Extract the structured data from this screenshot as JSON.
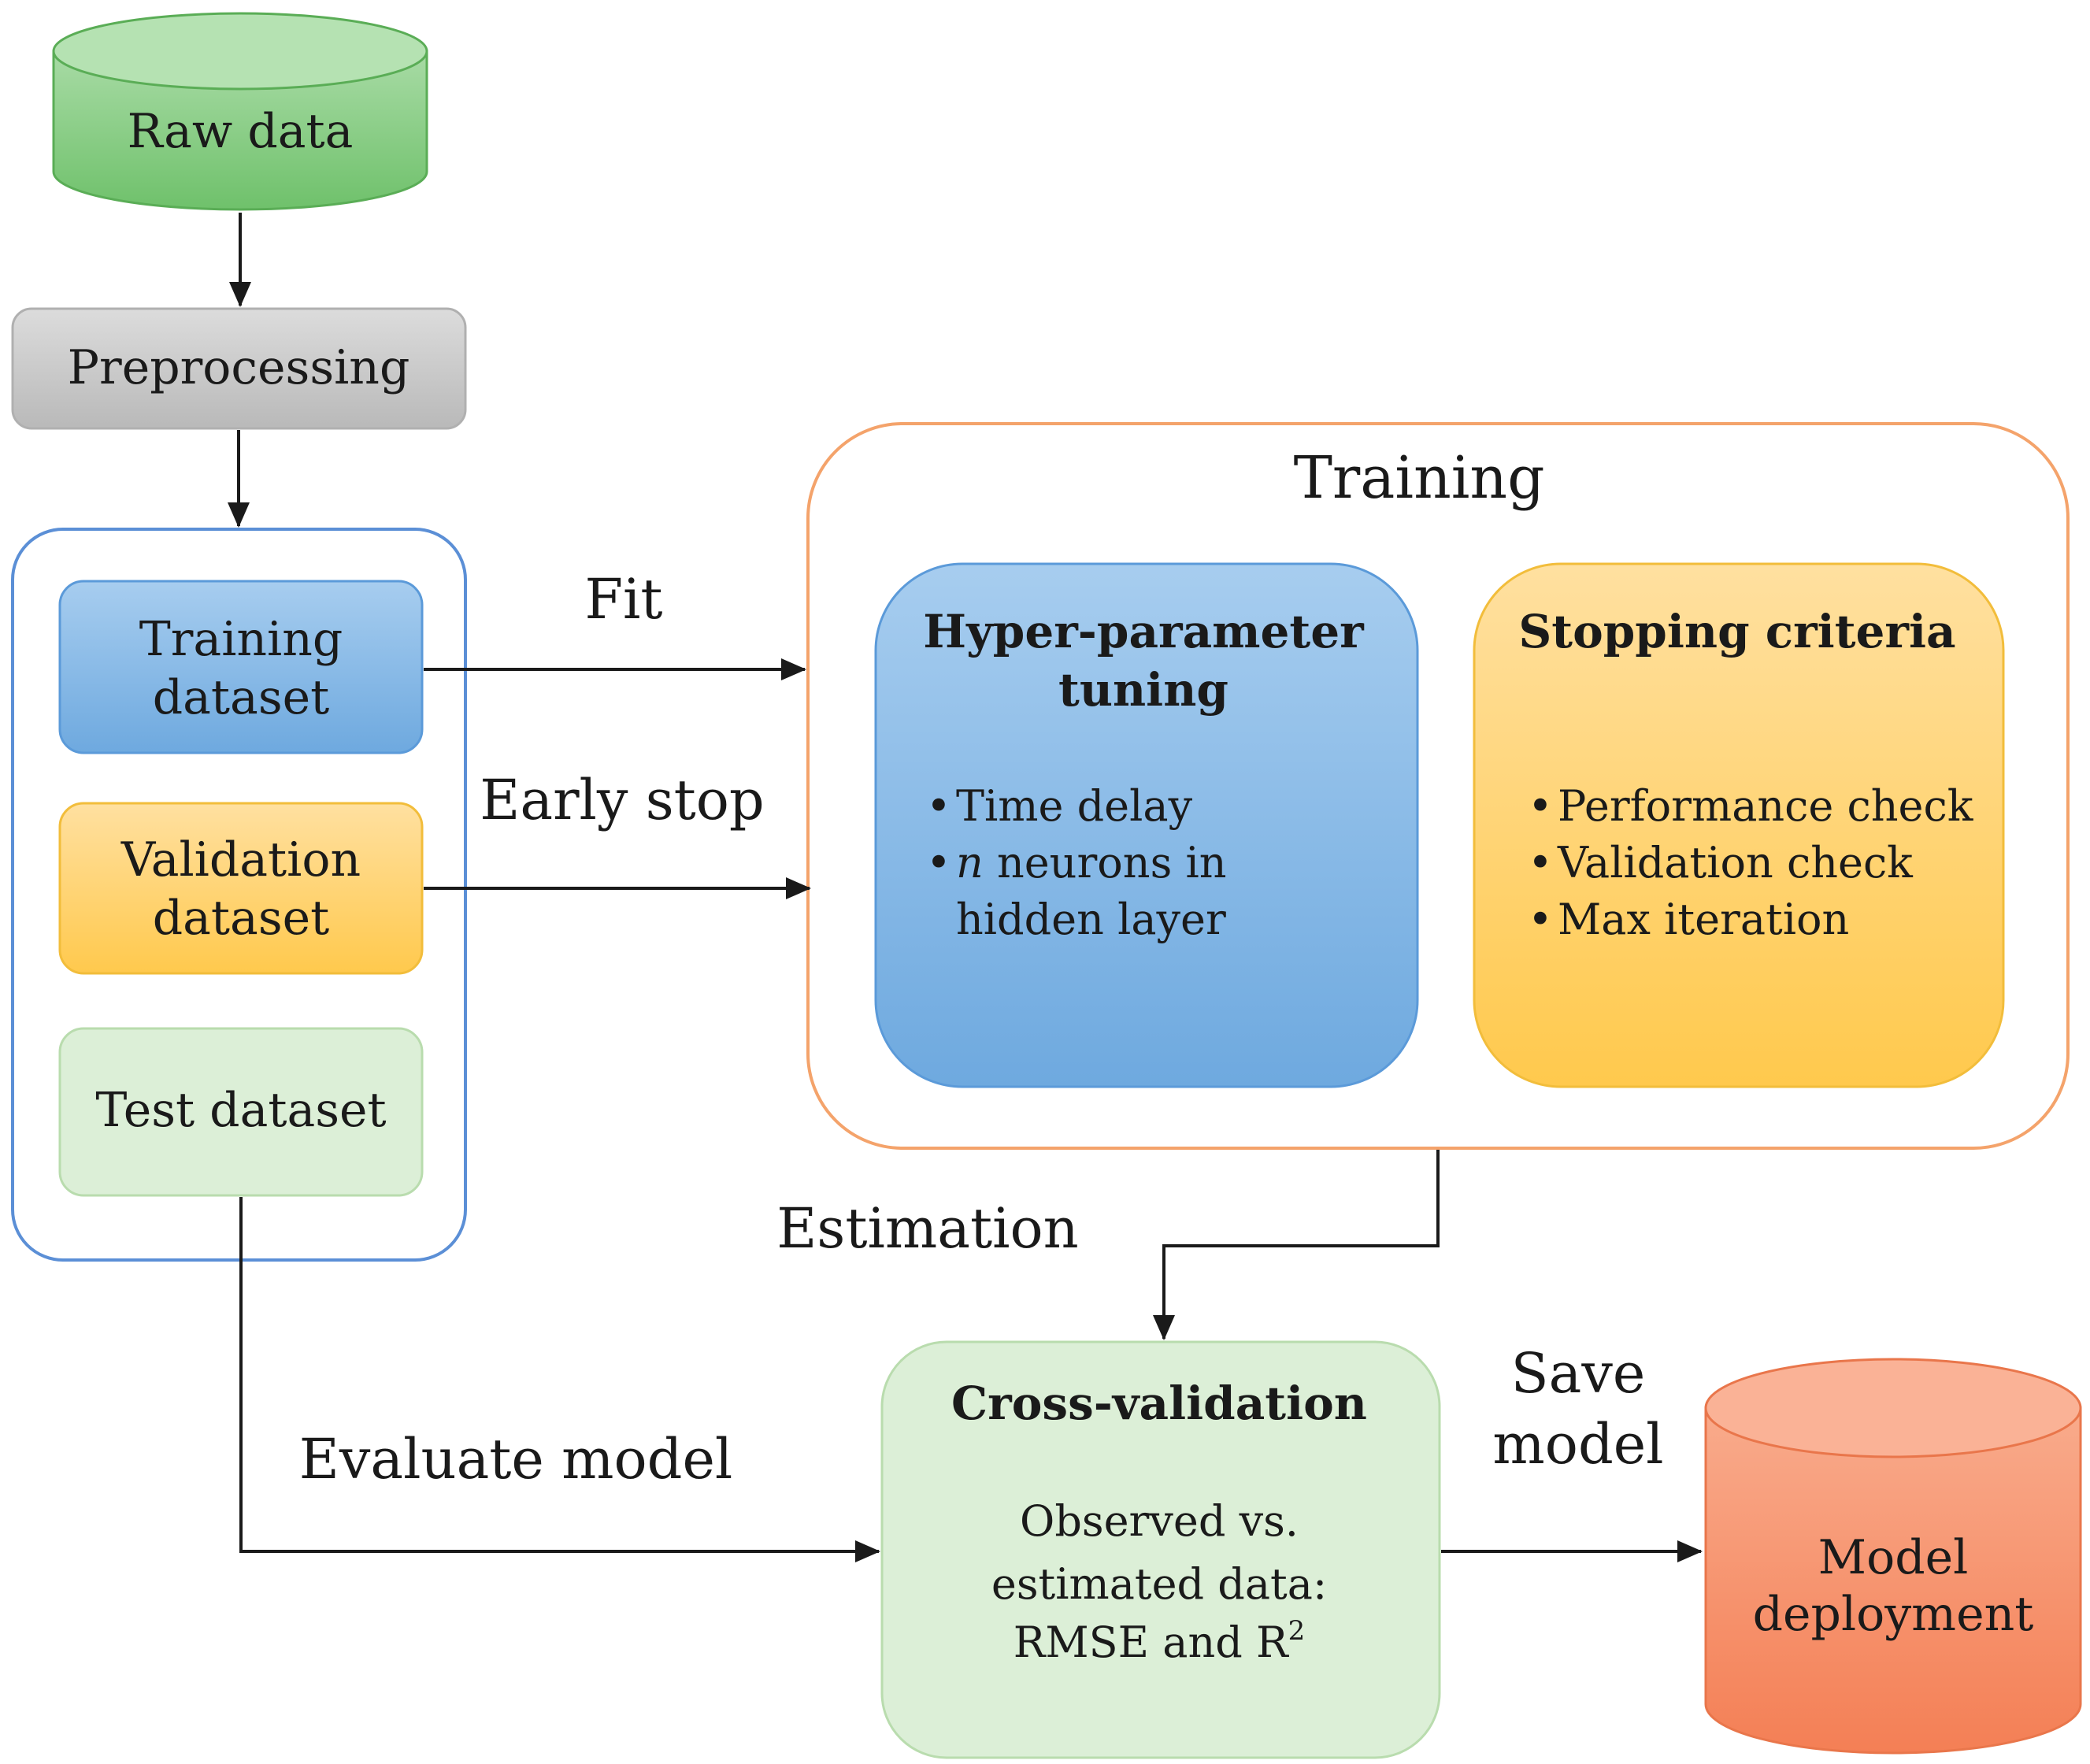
{
  "nodes": {
    "raw_data": {
      "label": "Raw data"
    },
    "preprocessing": {
      "label": "Preprocessing"
    },
    "training_dataset": {
      "line1": "Training",
      "line2": "dataset"
    },
    "validation_dataset": {
      "line1": "Validation",
      "line2": "dataset"
    },
    "test_dataset": {
      "label": "Test dataset"
    },
    "training": {
      "title": "Training",
      "hyper": {
        "title_line1": "Hyper-parameter",
        "title_line2": "tuning",
        "bullet1": "Time delay",
        "bullet2_var": "n",
        "bullet2_rest": " neurons in",
        "bullet2_cont": "hidden layer"
      },
      "stopping": {
        "title": "Stopping criteria",
        "bullet1": "Performance check",
        "bullet2": "Validation check",
        "bullet3": "Max iteration"
      }
    },
    "cross_validation": {
      "title": "Cross-validation",
      "line1": "Observed vs.",
      "line2": "estimated data:",
      "line3": "RMSE and R",
      "line3_sup": "2"
    },
    "model_deployment": {
      "line1": "Model",
      "line2": "deployment"
    }
  },
  "edges": {
    "fit": "Fit",
    "early_stop": "Early stop",
    "estimation": "Estimation",
    "evaluate_model": "Evaluate model",
    "save_model_line1": "Save",
    "save_model_line2": "model"
  },
  "bullet_char": "•",
  "colors": {
    "green_fill": "#8fd18d",
    "preprocess_fill": "#c9c9c9",
    "blue_fill": "#7fb3e3",
    "yellow_fill": "#ffd479",
    "light_green_fill": "#dcefd7",
    "orange_fill": "#f7956f",
    "dataset_group_border": "#5b8fd6",
    "training_border": "#f4a36b"
  }
}
